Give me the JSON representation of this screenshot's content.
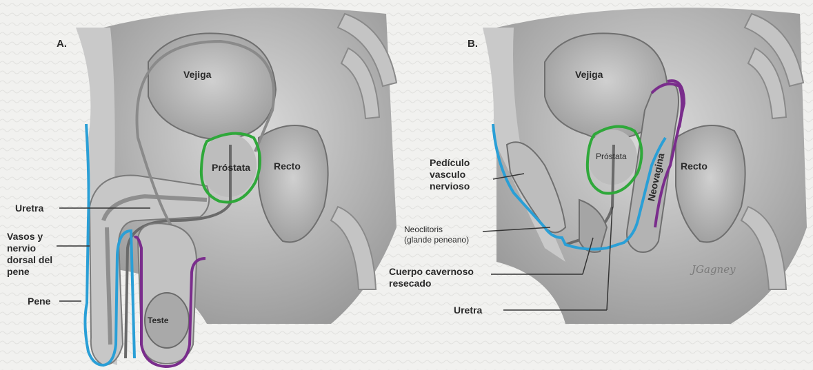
{
  "panels": [
    {
      "id": "A",
      "label": "A.",
      "labels": {
        "vejiga": "Vejiga",
        "prostata": "Próstata",
        "recto": "Recto",
        "uretra": "Uretra",
        "vasos": "Vasos y\nnervio\ndorsal del\npene",
        "pene": "Pene",
        "teste": "Teste"
      }
    },
    {
      "id": "B",
      "label": "B.",
      "labels": {
        "vejiga": "Vejiga",
        "prostata": "Próstata",
        "recto": "Recto",
        "neovagina": "Neovagina",
        "pediculo": "Pedículo\nvasculo\nnervioso",
        "neoclitoris": "Neoclitoris\n(glande peneano)",
        "cuerpo": "Cuerpo cavernoso\nresecado",
        "uretra": "Uretra",
        "signature": "JGagney"
      }
    }
  ],
  "colors": {
    "prostate_outline": "#2fa83a",
    "nerve_vessels": "#2a9fd6",
    "skin_flap": "#7a2d8c",
    "tissue_light": "#d9d9d9",
    "tissue_mid": "#b8b8b8",
    "tissue_dark": "#8f8f8f",
    "leader_line": "#333333"
  }
}
